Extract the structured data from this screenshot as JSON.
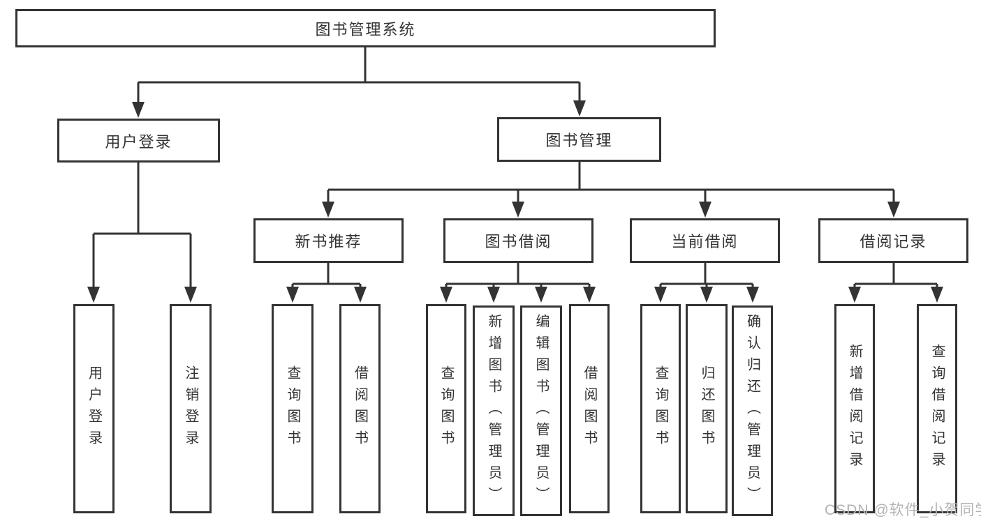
{
  "colors": {
    "line": "#333333",
    "text": "#333333",
    "background": "#ffffff",
    "watermark": "#b3b3b3"
  },
  "watermark": {
    "text": "CSDN @软件_小贺同学"
  },
  "diagram": {
    "root": {
      "label": "图书管理系统"
    },
    "level2": [
      {
        "label": "用户登录",
        "children": [
          {
            "label": "用户登录"
          },
          {
            "label": "注销登录"
          }
        ]
      },
      {
        "label": "图书管理",
        "children": [
          {
            "label": "新书推荐",
            "children": [
              {
                "label": "查询图书"
              },
              {
                "label": "借阅图书"
              }
            ]
          },
          {
            "label": "图书借阅",
            "children": [
              {
                "label": "查询图书"
              },
              {
                "label": "新增图书（管理员）"
              },
              {
                "label": "编辑图书（管理员）"
              },
              {
                "label": "借阅图书"
              }
            ]
          },
          {
            "label": "当前借阅",
            "children": [
              {
                "label": "查询图书"
              },
              {
                "label": "归还图书"
              },
              {
                "label": "确认归还（管理员）"
              }
            ]
          },
          {
            "label": "借阅记录",
            "children": [
              {
                "label": "新增借阅记录"
              },
              {
                "label": "查询借阅记录"
              }
            ]
          }
        ]
      }
    ]
  }
}
